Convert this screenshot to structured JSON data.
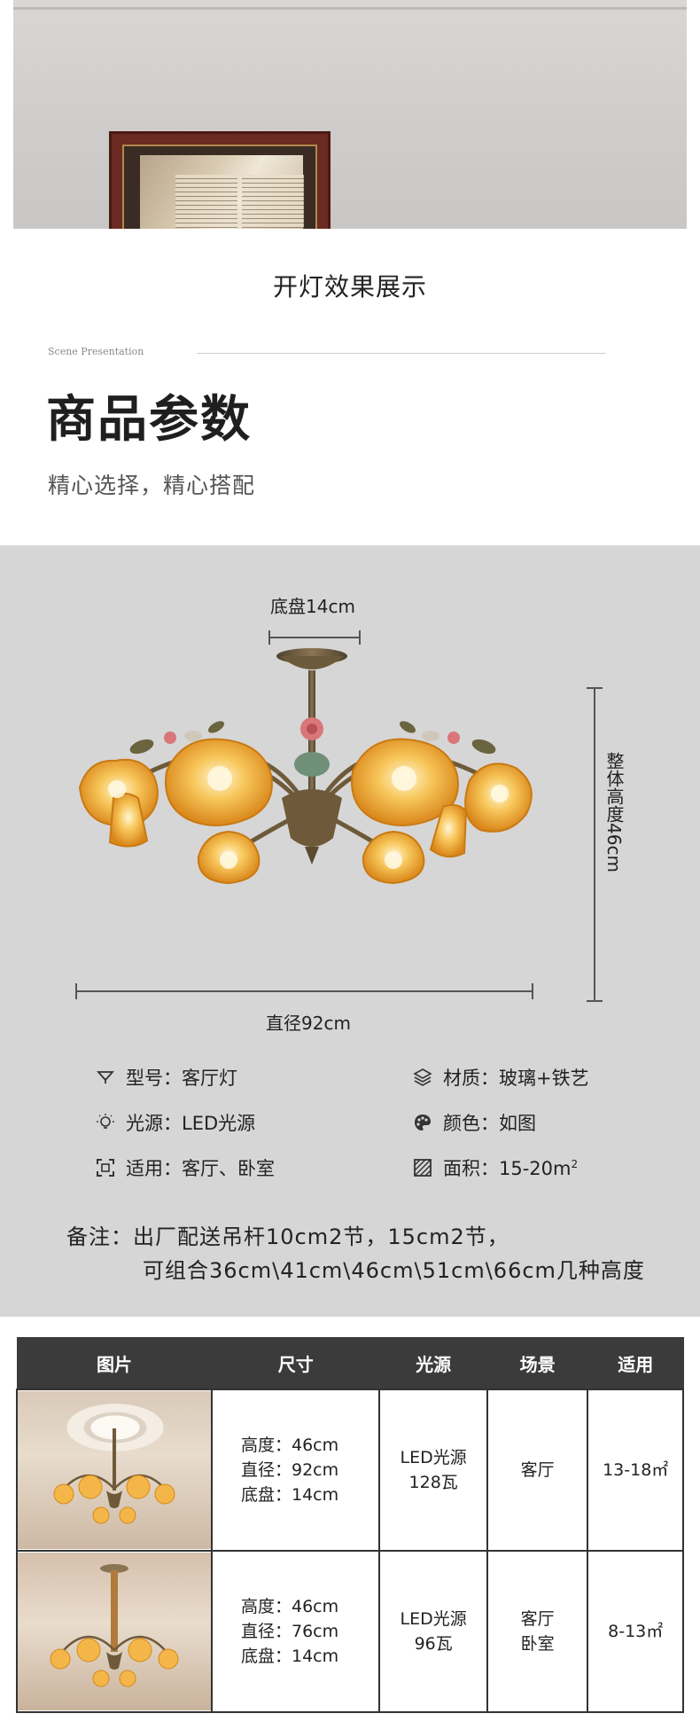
{
  "header": {
    "subtitle": "开灯效果展示",
    "scene_label": "Scene Presentation",
    "title": "商品参数",
    "tagline": "精心选择，精心搭配"
  },
  "dimensions": {
    "base": "底盘14cm",
    "height": "整体高度46cm",
    "diameter": "直径92cm"
  },
  "specs": {
    "model": "型号：客厅灯",
    "material": "材质：玻璃+铁艺",
    "light": "光源：LED光源",
    "color": "颜色：如图",
    "usage": "适用：客厅、卧室",
    "area": "面积：15-20m",
    "area_sup": "2"
  },
  "note": {
    "line1": "备注：出厂配送吊杆10cm2节，15cm2节，",
    "line2": "可组合36cm\\41cm\\46cm\\51cm\\66cm几种高度"
  },
  "table": {
    "headers": [
      "图片",
      "尺寸",
      "光源",
      "场景",
      "适用"
    ],
    "rows": [
      {
        "size": [
          "高度：46cm",
          "直径：92cm",
          "底盘：14cm"
        ],
        "light": [
          "LED光源",
          "128瓦"
        ],
        "scene": [
          "客厅"
        ],
        "area": "13-18㎡"
      },
      {
        "size": [
          "高度：46cm",
          "直径：76cm",
          "底盘：14cm"
        ],
        "light": [
          "LED光源",
          "96瓦"
        ],
        "scene": [
          "客厅",
          "卧室"
        ],
        "area": "8-13㎡"
      }
    ]
  },
  "colors": {
    "panel_bg": "#d6d6d6",
    "table_header_bg": "#3b3b3b",
    "shade_amber": "#f0a020",
    "metal_bronze": "#6e5a3a",
    "rose_pink": "#d9767a"
  },
  "icons": [
    "lamp-icon",
    "layers-icon",
    "bulb-icon",
    "palette-icon",
    "scan-icon",
    "area-hatch-icon"
  ]
}
